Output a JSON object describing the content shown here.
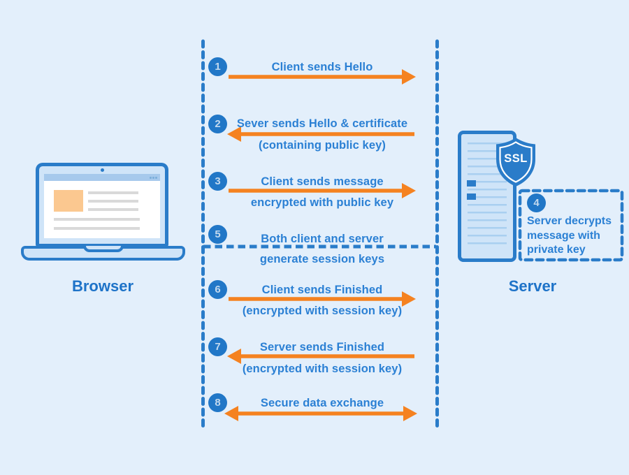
{
  "diagram": {
    "background": "#e3effb",
    "accent_blue": "#2a7cc9",
    "text_blue": "#2b80d4",
    "caption_blue": "#1e73c8",
    "arrow_orange": "#f58220"
  },
  "browser": {
    "label": "Browser"
  },
  "server": {
    "label": "Server",
    "badge": "SSL"
  },
  "steps": [
    {
      "num": "1",
      "label": "Client sends Hello",
      "direction": "right"
    },
    {
      "num": "2",
      "label": "Sever sends Hello & certificate",
      "sub": "(containing public key)",
      "direction": "left"
    },
    {
      "num": "3",
      "label": "Client sends message",
      "sub": "encrypted with public key",
      "direction": "right"
    },
    {
      "num": "5",
      "label": "Both client and server",
      "sub": "generate session keys",
      "direction": "none"
    },
    {
      "num": "6",
      "label": "Client sends Finished",
      "sub": "(encrypted with session key)",
      "direction": "right"
    },
    {
      "num": "7",
      "label": "Server sends Finished",
      "sub": "(encrypted with session key)",
      "direction": "left"
    },
    {
      "num": "8",
      "label": "Secure data exchange",
      "direction": "both"
    }
  ],
  "note": {
    "num": "4",
    "line1": "Server decrypts",
    "line2": "message with",
    "line3": "private key"
  }
}
